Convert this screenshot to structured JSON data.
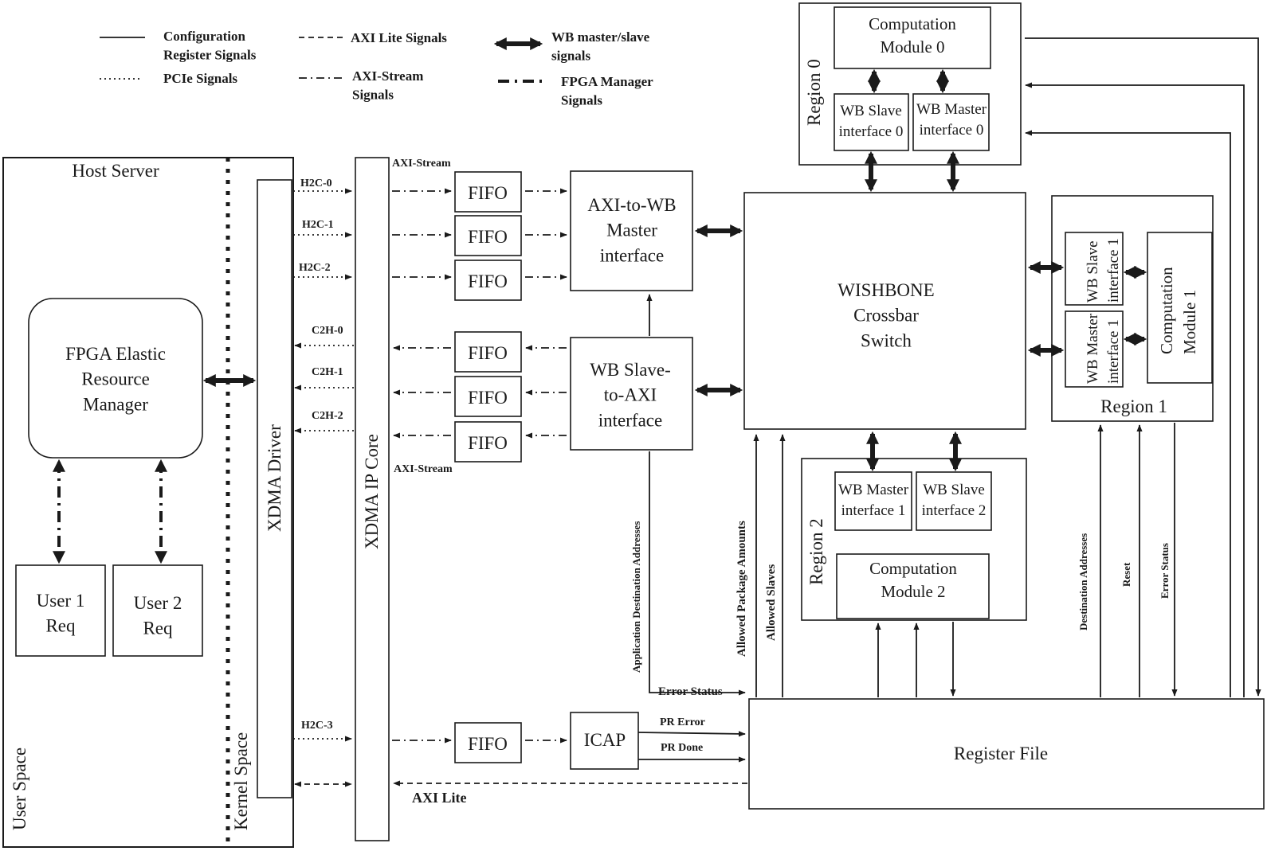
{
  "legend": {
    "config": "Configuration\nRegister Signals",
    "pcie": "PCIe Signals",
    "axi_lite": "AXI Lite Signals",
    "axi_stream": "AXI-Stream\nSignals",
    "wb": "WB master/slave\nsignals",
    "fpga_manager": "FPGA Manager\nSignals"
  },
  "host": {
    "title": "Host Server",
    "user_space": "User Space",
    "kernel_space": "Kernel Space",
    "manager": "FPGA Elastic\nResource\nManager",
    "user1": "User 1\nReq",
    "user2": "User 2\nReq",
    "driver": "XDMA Driver"
  },
  "xdma": {
    "core": "XDMA IP Core",
    "axi_stream_top": "AXI-Stream",
    "axi_stream_bottom": "AXI-Stream",
    "axi_lite": "AXI Lite"
  },
  "channels": {
    "h2c0": "H2C-0",
    "h2c1": "H2C-1",
    "h2c2": "H2C-2",
    "c2h0": "C2H-0",
    "c2h1": "C2H-1",
    "c2h2": "C2H-2",
    "h2c3": "H2C-3"
  },
  "fifo": "FIFO",
  "blocks": {
    "axi_to_wb": "AXI-to-WB\nMaster\ninterface",
    "wb_to_axi": "WB Slave-\nto-AXI\ninterface",
    "crossbar": "WISHBONE\nCrossbar\nSwitch",
    "icap": "ICAP",
    "register_file": "Register File"
  },
  "region0": {
    "label": "Region 0",
    "module": "Computation\nModule 0",
    "slave": "WB Slave\ninterface 0",
    "master": "WB Master\ninterface 0"
  },
  "region1": {
    "label": "Region 1",
    "module": "Computation\nModule 1",
    "slave": "WB Slave\ninterface 1",
    "master": "WB Master\ninterface 1"
  },
  "region2": {
    "label": "Region 2",
    "module": "Computation\nModule 2",
    "master": "WB Master\ninterface 1",
    "slave": "WB Slave\ninterface 2"
  },
  "signals": {
    "app_dest": "Application Destination Addresses",
    "error_status_h": "Error Status",
    "allowed_pkg": "Allowed Package Amounts",
    "allowed_slaves": "Allowed Slaves",
    "dest_addr": "Destination Addresses",
    "reset": "Reset",
    "error_status_v": "Error Status",
    "pr_error": "PR Error",
    "pr_done": "PR Done"
  }
}
